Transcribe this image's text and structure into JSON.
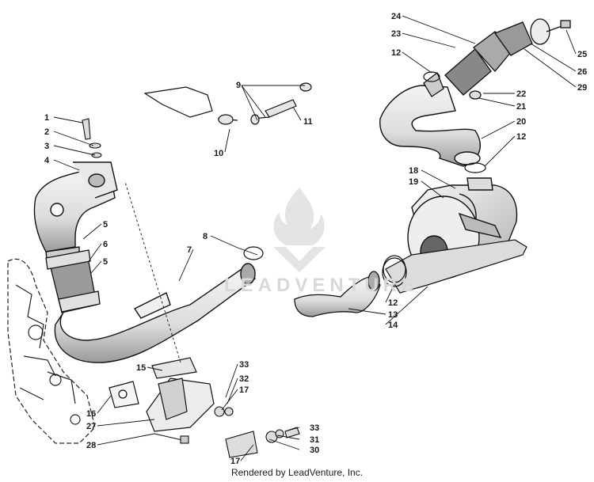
{
  "footer": {
    "credit": "Rendered by LeadVenture, Inc."
  },
  "watermark": {
    "text": "LEADVENTURE"
  },
  "callouts": [
    {
      "id": "1",
      "label": "1"
    },
    {
      "id": "2",
      "label": "2"
    },
    {
      "id": "3",
      "label": "3"
    },
    {
      "id": "4",
      "label": "4"
    },
    {
      "id": "5a",
      "label": "5"
    },
    {
      "id": "6",
      "label": "6"
    },
    {
      "id": "5b",
      "label": "5"
    },
    {
      "id": "8",
      "label": "8"
    },
    {
      "id": "7",
      "label": "7"
    },
    {
      "id": "9",
      "label": "9"
    },
    {
      "id": "10",
      "label": "10"
    },
    {
      "id": "11",
      "label": "11"
    },
    {
      "id": "24",
      "label": "24"
    },
    {
      "id": "23",
      "label": "23"
    },
    {
      "id": "12a",
      "label": "12"
    },
    {
      "id": "25",
      "label": "25"
    },
    {
      "id": "26",
      "label": "26"
    },
    {
      "id": "29",
      "label": "29"
    },
    {
      "id": "22",
      "label": "22"
    },
    {
      "id": "21",
      "label": "21"
    },
    {
      "id": "20",
      "label": "20"
    },
    {
      "id": "12b",
      "label": "12"
    },
    {
      "id": "18",
      "label": "18"
    },
    {
      "id": "19",
      "label": "19"
    },
    {
      "id": "12c",
      "label": "12"
    },
    {
      "id": "13",
      "label": "13"
    },
    {
      "id": "14",
      "label": "14"
    },
    {
      "id": "15",
      "label": "15"
    },
    {
      "id": "33a",
      "label": "33"
    },
    {
      "id": "32",
      "label": "32"
    },
    {
      "id": "17a",
      "label": "17"
    },
    {
      "id": "16",
      "label": "16"
    },
    {
      "id": "27",
      "label": "27"
    },
    {
      "id": "28",
      "label": "28"
    },
    {
      "id": "33b",
      "label": "33"
    },
    {
      "id": "31",
      "label": "31"
    },
    {
      "id": "30",
      "label": "30"
    },
    {
      "id": "17b",
      "label": "17"
    }
  ]
}
